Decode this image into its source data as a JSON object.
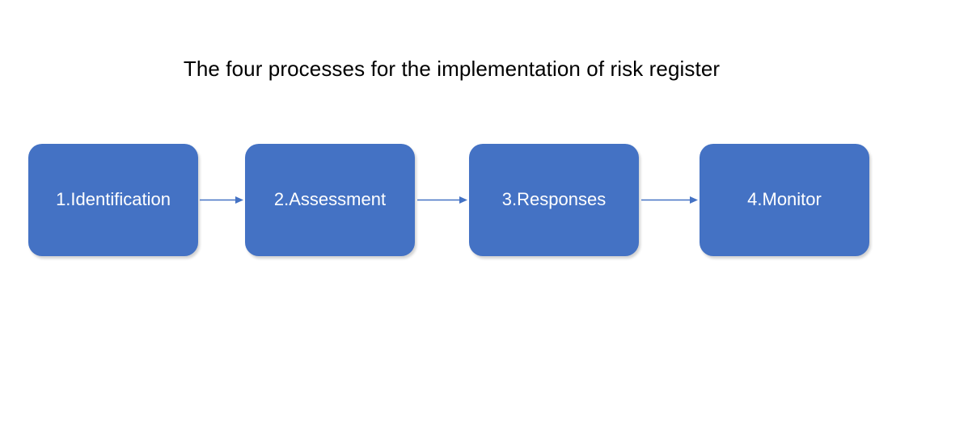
{
  "diagram": {
    "title": "The four processes for the implementation of risk register",
    "type": "linear-process-flow",
    "colors": {
      "node_fill": "#4472C4",
      "node_label": "#ffffff",
      "arrow": "#4472C4",
      "title": "#000000",
      "background": "#ffffff"
    },
    "nodes": [
      {
        "id": "node-1",
        "label": "1.Identification",
        "step": 1
      },
      {
        "id": "node-2",
        "label": "2.Assessment",
        "step": 2
      },
      {
        "id": "node-3",
        "label": "3.Responses",
        "step": 3
      },
      {
        "id": "node-4",
        "label": "4.Monitor",
        "step": 4
      }
    ],
    "connectors": [
      {
        "id": "arrow-1",
        "from": "1.Identification",
        "to": "2.Assessment"
      },
      {
        "id": "arrow-2",
        "from": "2.Assessment",
        "to": "3.Responses"
      },
      {
        "id": "arrow-3",
        "from": "3.Responses",
        "to": "4.Monitor"
      }
    ]
  }
}
